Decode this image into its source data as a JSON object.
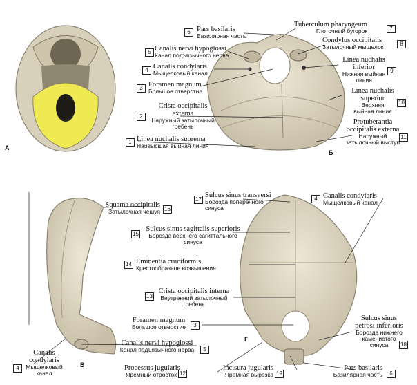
{
  "colors": {
    "bone": "#e4dcc8",
    "bone_dark": "#b4aa93",
    "highlight": "#f2ef55",
    "line": "#222222"
  },
  "panels": {
    "a": "А",
    "b": "Б",
    "v": "В",
    "g": "Г"
  },
  "labels": [
    {
      "num": "6",
      "lat": "Pars basilaris",
      "rus": "Базилярная часть"
    },
    {
      "num": "7",
      "lat": "Tuberculum pharyngeum",
      "rus": "Глоточный бугорок"
    },
    {
      "num": "5",
      "lat": "Canalis nervi hypoglossi",
      "rus": "Канал подъязычного нерва"
    },
    {
      "num": "8",
      "lat": "Condylus occipitalis",
      "rus": "Затылочный мыщелок"
    },
    {
      "num": "4",
      "lat": "Canalis condylaris",
      "rus": "Мыщелковый канал"
    },
    {
      "num": "9",
      "lat": "Linea nuchalis inferior",
      "rus": "Нижняя выйная линия"
    },
    {
      "num": "3",
      "lat": "Foramen magnum",
      "rus": "Большое отверстие"
    },
    {
      "num": "10",
      "lat": "Linea nuchalis superior",
      "rus": "Верхняя выйная линия"
    },
    {
      "num": "2",
      "lat": "Crista occipitalis externa",
      "rus": "Наружный затылочный гребень"
    },
    {
      "num": "11",
      "lat": "Protuberantia occipitalis externa",
      "rus": "Наружный затылочный выступ"
    },
    {
      "num": "1",
      "lat": "Linea nuchalis suprema",
      "rus": "Наивысшая выйная линия"
    },
    {
      "num": "17",
      "lat": "Sulcus sinus transversi",
      "rus": "Борозда поперечного синуса"
    },
    {
      "num": "4",
      "lat": "Canalis condylaris",
      "rus": "Мыщелковый канал"
    },
    {
      "num": "16",
      "lat": "Squama occipitalis",
      "rus": "Затылочная чешуя"
    },
    {
      "num": "15",
      "lat": "Sulcus sinus sagittalis superioris",
      "rus": "Борозда верхнего сагиттального синуса"
    },
    {
      "num": "14",
      "lat": "Eminentia cruciformis",
      "rus": "Крестообразное возвышение"
    },
    {
      "num": "13",
      "lat": "Crista occipitalis interna",
      "rus": "Внутренний затылочный гребень"
    },
    {
      "num": "3",
      "lat": "Foramen magnum",
      "rus": "Большое отверстие"
    },
    {
      "num": "18",
      "lat": "Sulcus sinus petrosi inferioris",
      "rus": "Борозда нижнего каменистого синуса"
    },
    {
      "num": "5",
      "lat": "Canalis nervi hypoglossi",
      "rus": "Канал подъязычного нерва"
    },
    {
      "num": "4",
      "lat": "Canalis condylaris",
      "rus": "Мыщелковый канал"
    },
    {
      "num": "12",
      "lat": "Processus jugularis",
      "rus": "Яремный отросток"
    },
    {
      "num": "19",
      "lat": "Incisura jugularis",
      "rus": "Яремная вырезка"
    },
    {
      "num": "6",
      "lat": "Pars basilaris",
      "rus": "Базилярная часть"
    }
  ]
}
